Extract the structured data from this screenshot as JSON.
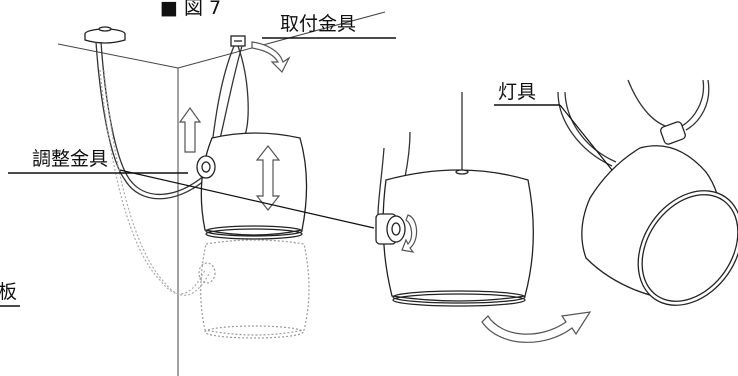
{
  "figure": {
    "title_marker": "■",
    "title_text": "図 7",
    "labels": {
      "mounting_bracket": "取付金具",
      "lamp": "灯具",
      "adjustment_bracket": "調整金具",
      "ceiling_board_partial": "板"
    }
  },
  "colors": {
    "line": "#222222",
    "ghost_line": "#9a9a9a",
    "arrow_fill": "#ffffff",
    "arrow_stroke": "#555555",
    "background": "#ffffff"
  }
}
